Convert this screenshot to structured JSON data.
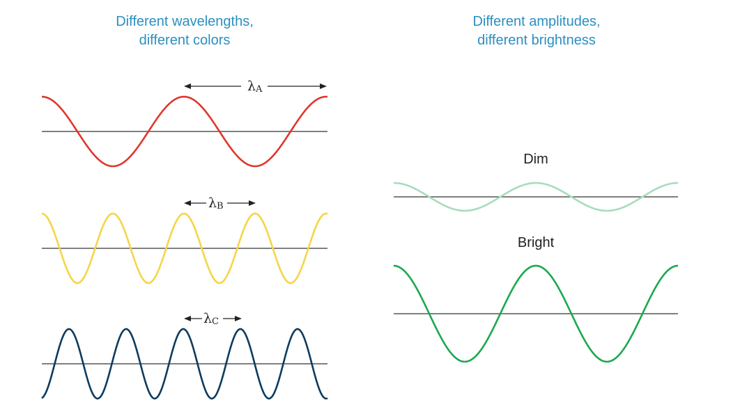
{
  "left_heading": {
    "line1": "Different wavelengths,",
    "line2": "different colors"
  },
  "right_heading": {
    "line1": "Different amplitudes,",
    "line2": "different brightness"
  },
  "waves": {
    "a": {
      "symbol": "λ",
      "subscript": "A",
      "color": "#e0362c"
    },
    "b": {
      "symbol": "λ",
      "subscript": "B",
      "color": "#f5d547"
    },
    "c": {
      "symbol": "λ",
      "subscript": "C",
      "color": "#0d3b5e"
    }
  },
  "dim": {
    "label": "Dim",
    "color": "#a6dcbd"
  },
  "bright": {
    "label": "Bright",
    "color": "#1aa84f"
  }
}
